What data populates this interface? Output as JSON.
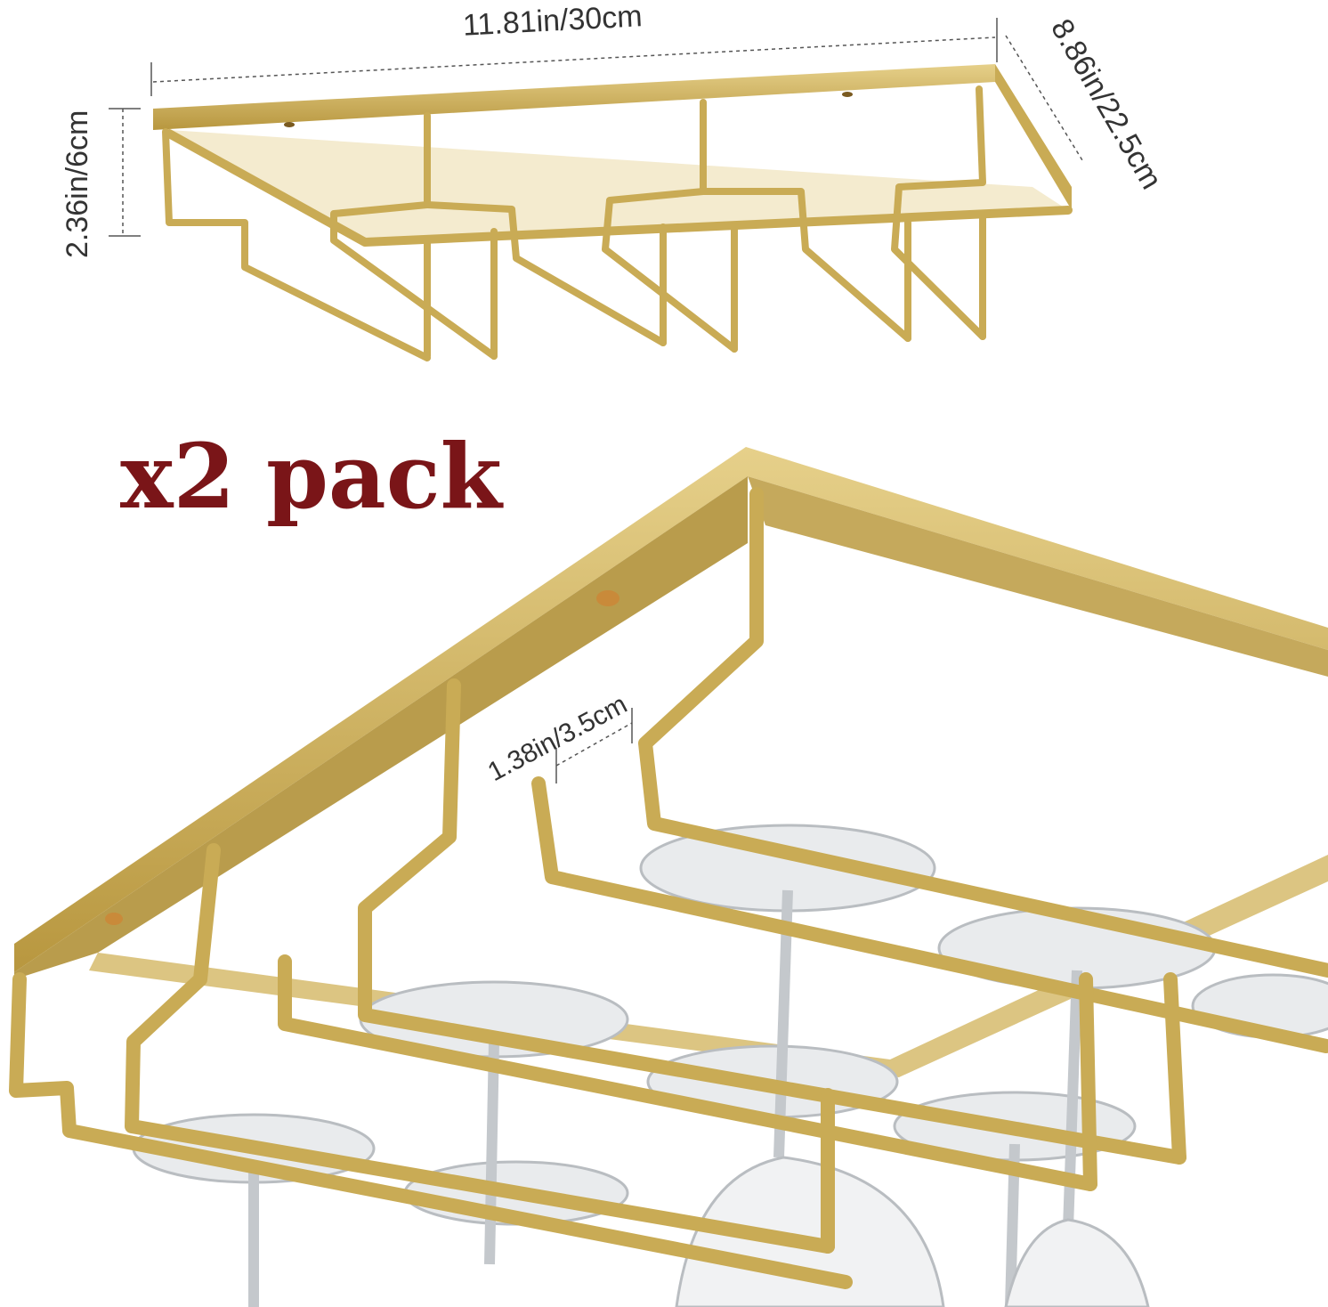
{
  "product": {
    "pack_label": "x2 pack",
    "dimensions": {
      "length": "11.81in/30cm",
      "width": "8.86in/22.5cm",
      "height": "2.36in/6cm",
      "slot_spacing": "1.38in/3.5cm"
    }
  },
  "colors": {
    "gold": "#c9ab55",
    "gold_dark": "#a88a3a",
    "gold_light": "#e6d08a",
    "pack_text": "#7a1518",
    "glass": "#d6d9dc"
  }
}
